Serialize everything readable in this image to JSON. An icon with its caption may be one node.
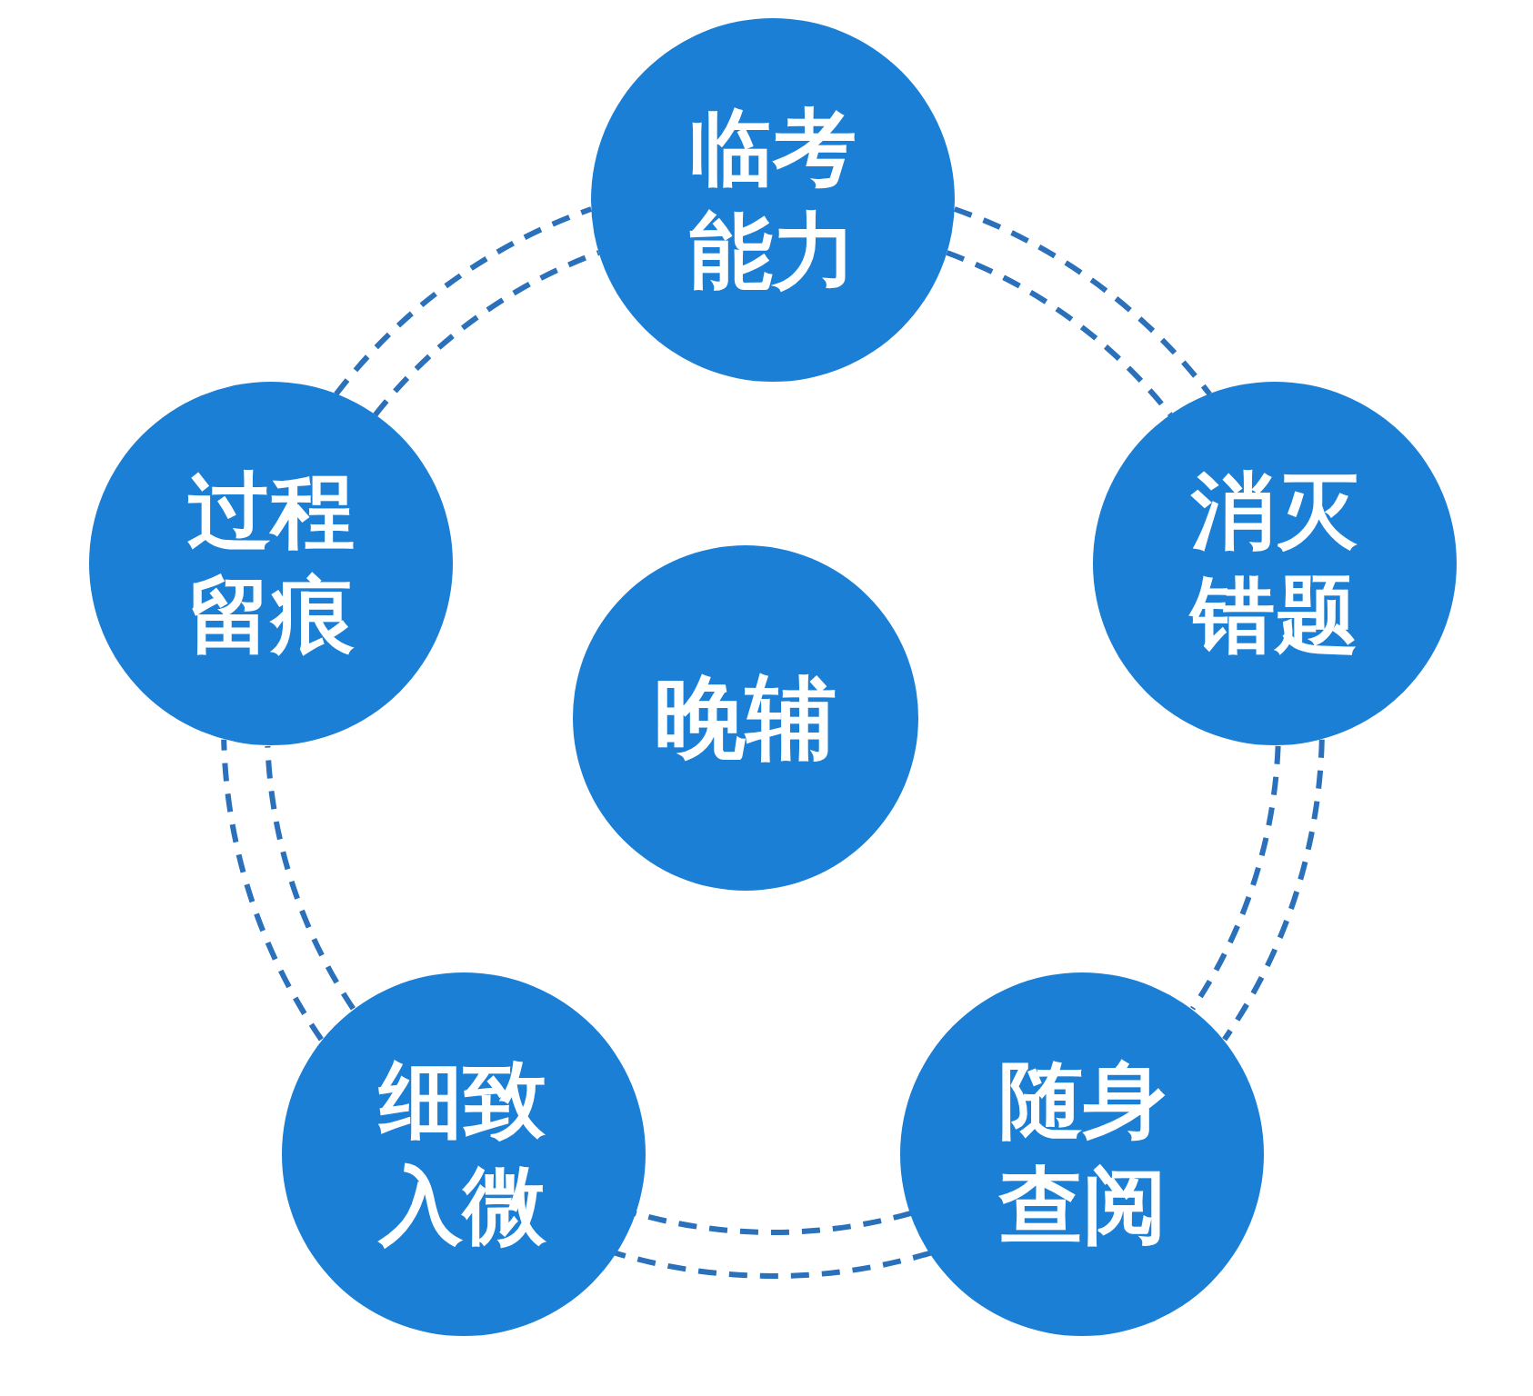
{
  "diagram": {
    "nodes": [
      {
        "text": [
          "晚辅"
        ]
      },
      {
        "text": [
          "临考能力"
        ]
      },
      {
        "text": [
          "消灭错题"
        ]
      },
      {
        "text": [
          "随身查阅"
        ]
      },
      {
        "text": [
          "细致入微"
        ]
      },
      {
        "text": [
          "过程留痕"
        ]
      }
    ],
    "edges": [
      {
        "from": 1,
        "to": 2,
        "arrow": "none",
        "style": "dashed"
      },
      {
        "from": 1,
        "to": 2,
        "arrow": "none",
        "style": "dashed"
      },
      {
        "from": 2,
        "to": 3,
        "arrow": "none",
        "style": "dashed"
      },
      {
        "from": 2,
        "to": 3,
        "arrow": "none",
        "style": "dashed"
      },
      {
        "from": 3,
        "to": 4,
        "arrow": "none",
        "style": "dashed"
      },
      {
        "from": 3,
        "to": 4,
        "arrow": "none",
        "style": "dashed"
      },
      {
        "from": 4,
        "to": 5,
        "arrow": "none",
        "style": "dashed"
      },
      {
        "from": 4,
        "to": 5,
        "arrow": "none",
        "style": "dashed"
      },
      {
        "from": 5,
        "to": 1,
        "arrow": "none",
        "style": "dashed"
      },
      {
        "from": 5,
        "to": 1,
        "arrow": "none",
        "style": "dashed"
      }
    ]
  }
}
